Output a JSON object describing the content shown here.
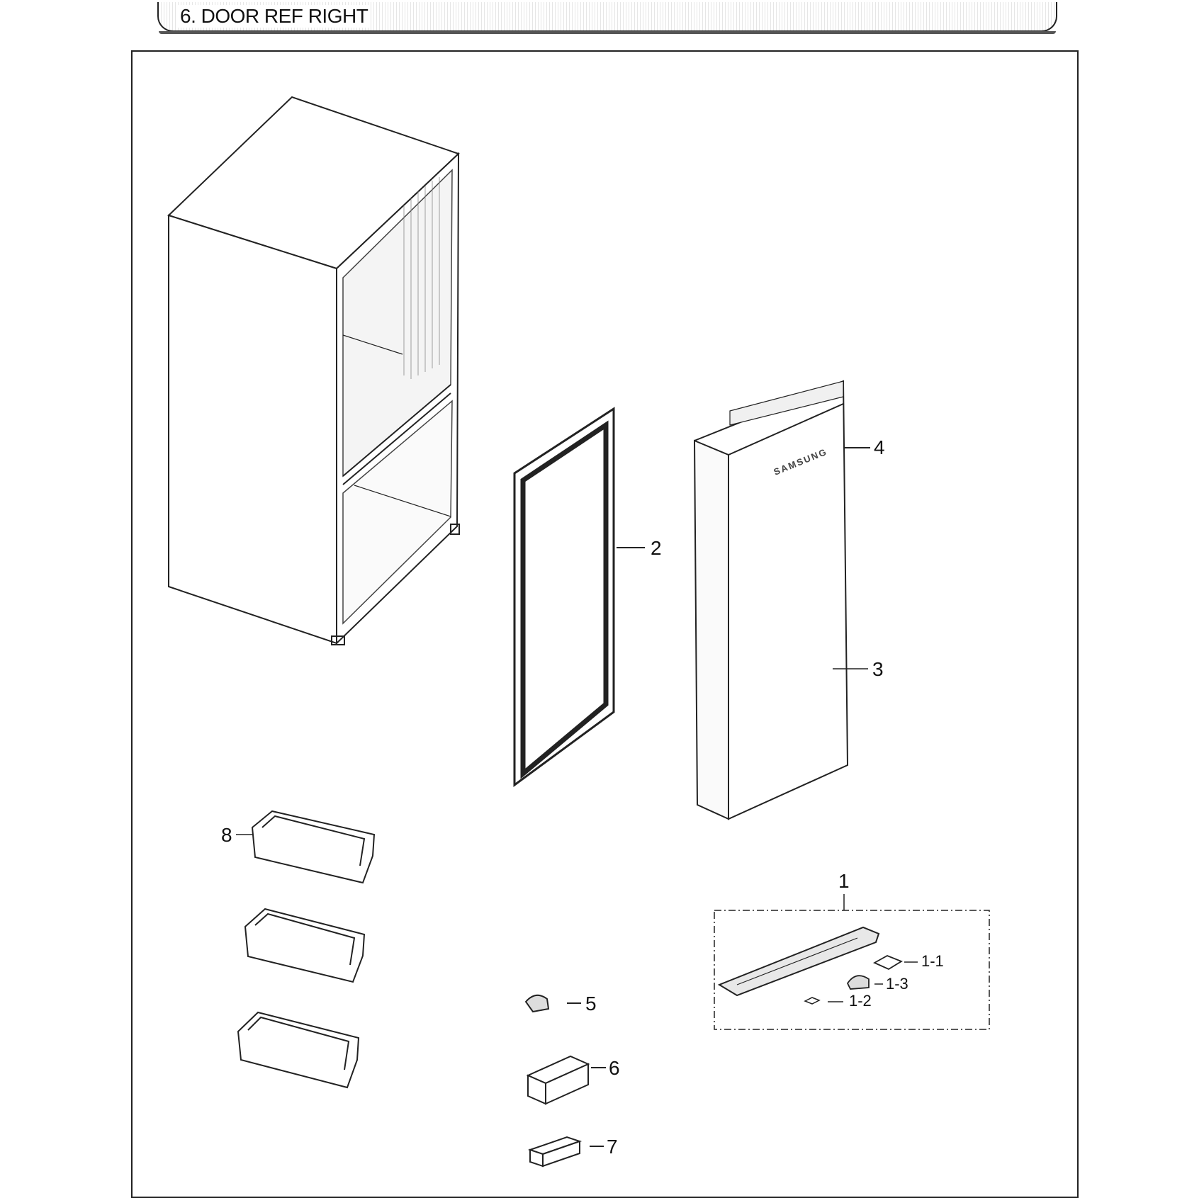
{
  "header": {
    "title": "6. DOOR REF RIGHT"
  },
  "brand": {
    "door_logo": "SAMSUNG"
  },
  "callouts": {
    "c1": "1",
    "c1_1": "1-1",
    "c1_2": "1-2",
    "c1_3": "1-3",
    "c2": "2",
    "c3": "3",
    "c4": "4",
    "c5": "5",
    "c6": "6",
    "c7": "7",
    "c8": "8"
  }
}
